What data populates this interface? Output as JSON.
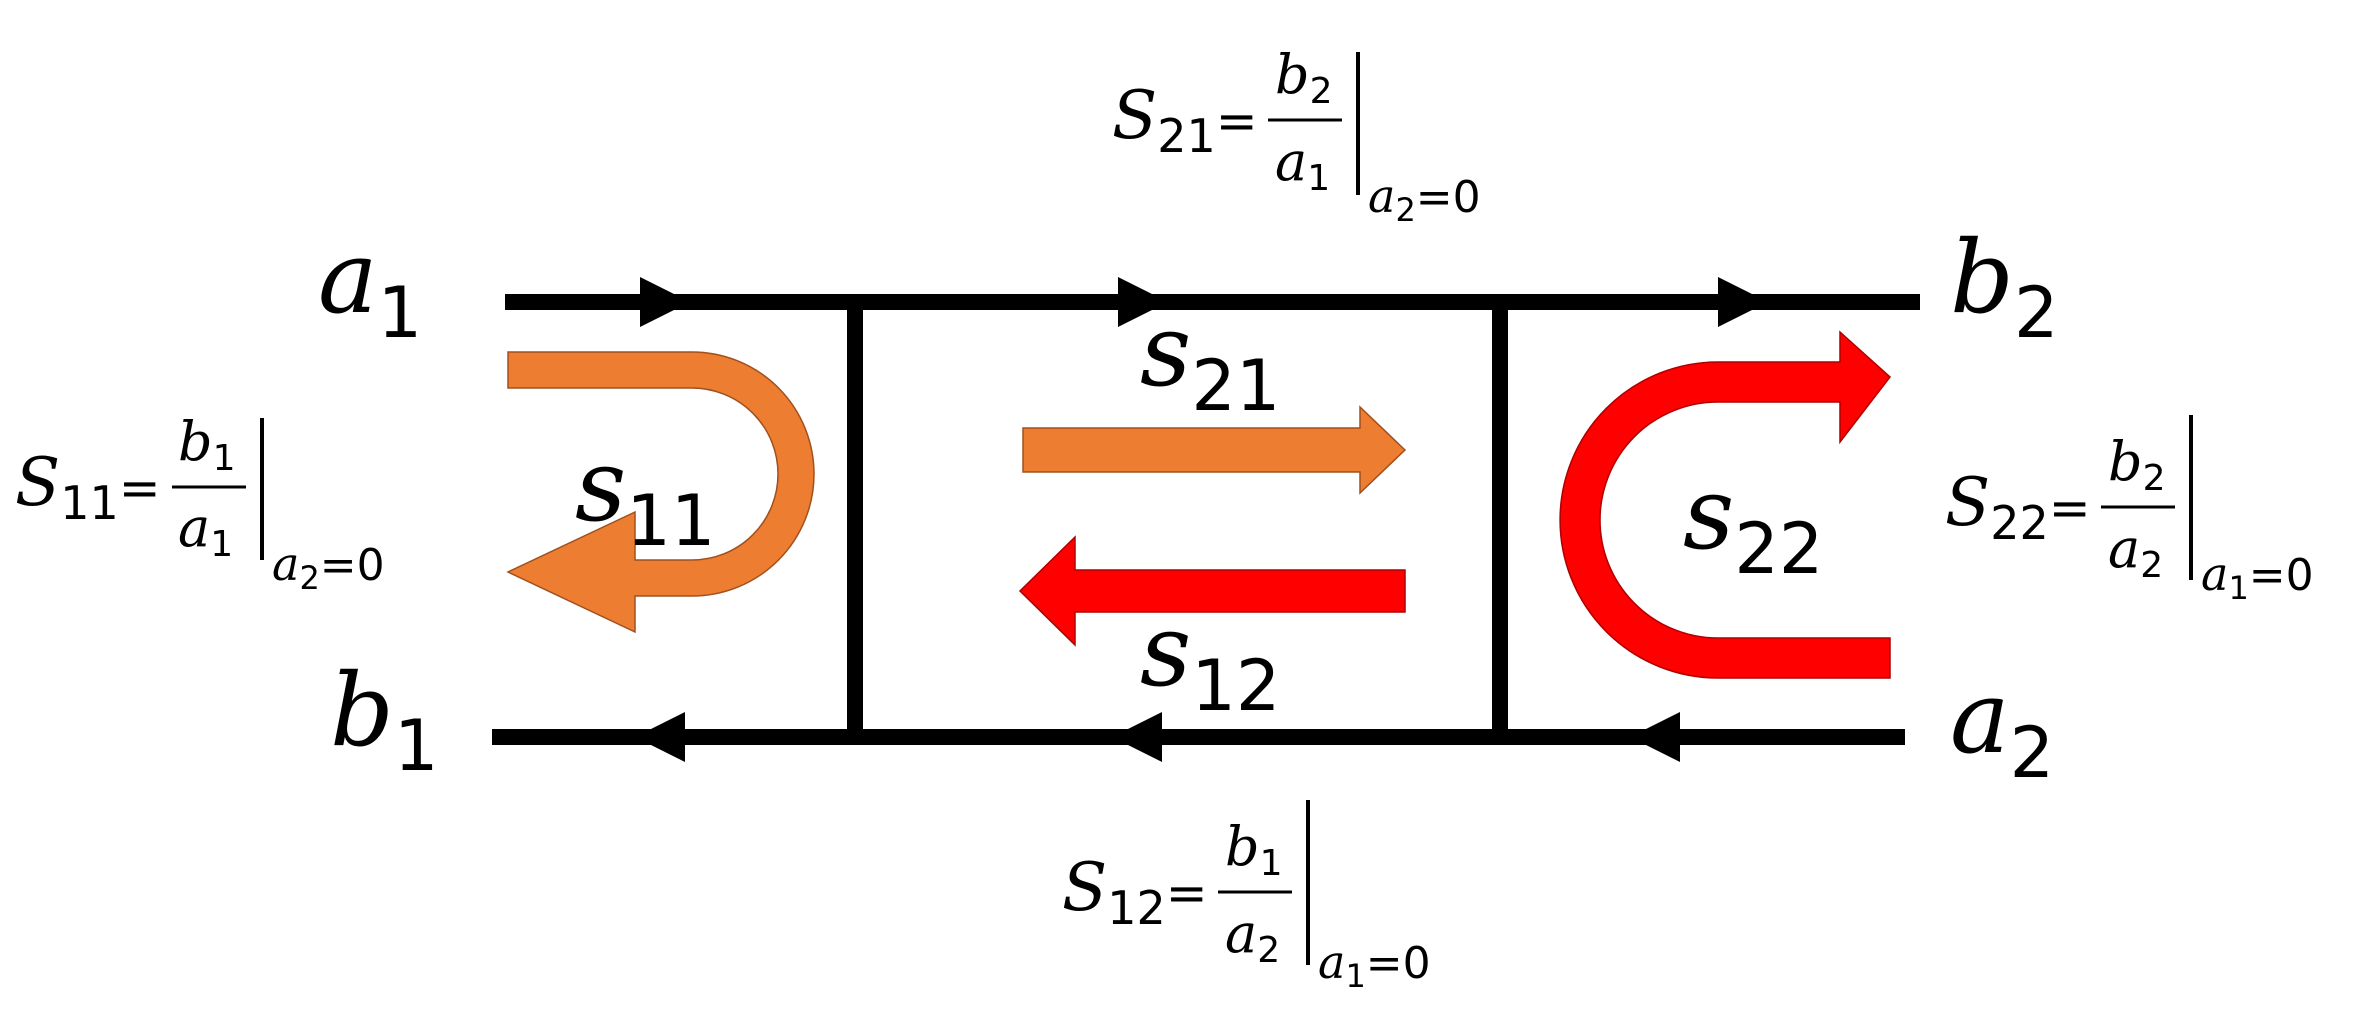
{
  "ports": {
    "a1": {
      "letter": "a",
      "index": "1"
    },
    "b1": {
      "letter": "b",
      "index": "1"
    },
    "a2": {
      "letter": "a",
      "index": "2"
    },
    "b2": {
      "letter": "b",
      "index": "2"
    }
  },
  "arrow_labels": {
    "s11": {
      "letter": "s",
      "index": "11"
    },
    "s21": {
      "letter": "s",
      "index": "21"
    },
    "s12": {
      "letter": "s",
      "index": "12"
    },
    "s22": {
      "letter": "s",
      "index": "22"
    }
  },
  "equations": {
    "S11": {
      "lhs": "S",
      "lhs_sub": "11",
      "eq": "=",
      "num": "b",
      "num_sub": "1",
      "den": "a",
      "den_sub": "1",
      "cond": "a",
      "cond_sub": "2",
      "cond_val": "=0"
    },
    "S21": {
      "lhs": "S",
      "lhs_sub": "21",
      "eq": "=",
      "num": "b",
      "num_sub": "2",
      "den": "a",
      "den_sub": "1",
      "cond": "a",
      "cond_sub": "2",
      "cond_val": "=0"
    },
    "S12": {
      "lhs": "S",
      "lhs_sub": "12",
      "eq": "=",
      "num": "b",
      "num_sub": "1",
      "den": "a",
      "den_sub": "2",
      "cond": "a",
      "cond_sub": "1",
      "cond_val": "=0"
    },
    "S22": {
      "lhs": "S",
      "lhs_sub": "22",
      "eq": "=",
      "num": "b",
      "num_sub": "2",
      "den": "a",
      "den_sub": "2",
      "cond": "a",
      "cond_sub": "1",
      "cond_val": "=0"
    }
  },
  "colors": {
    "line": "#000000",
    "orange": "#ED7D31",
    "red": "#FF0000"
  }
}
